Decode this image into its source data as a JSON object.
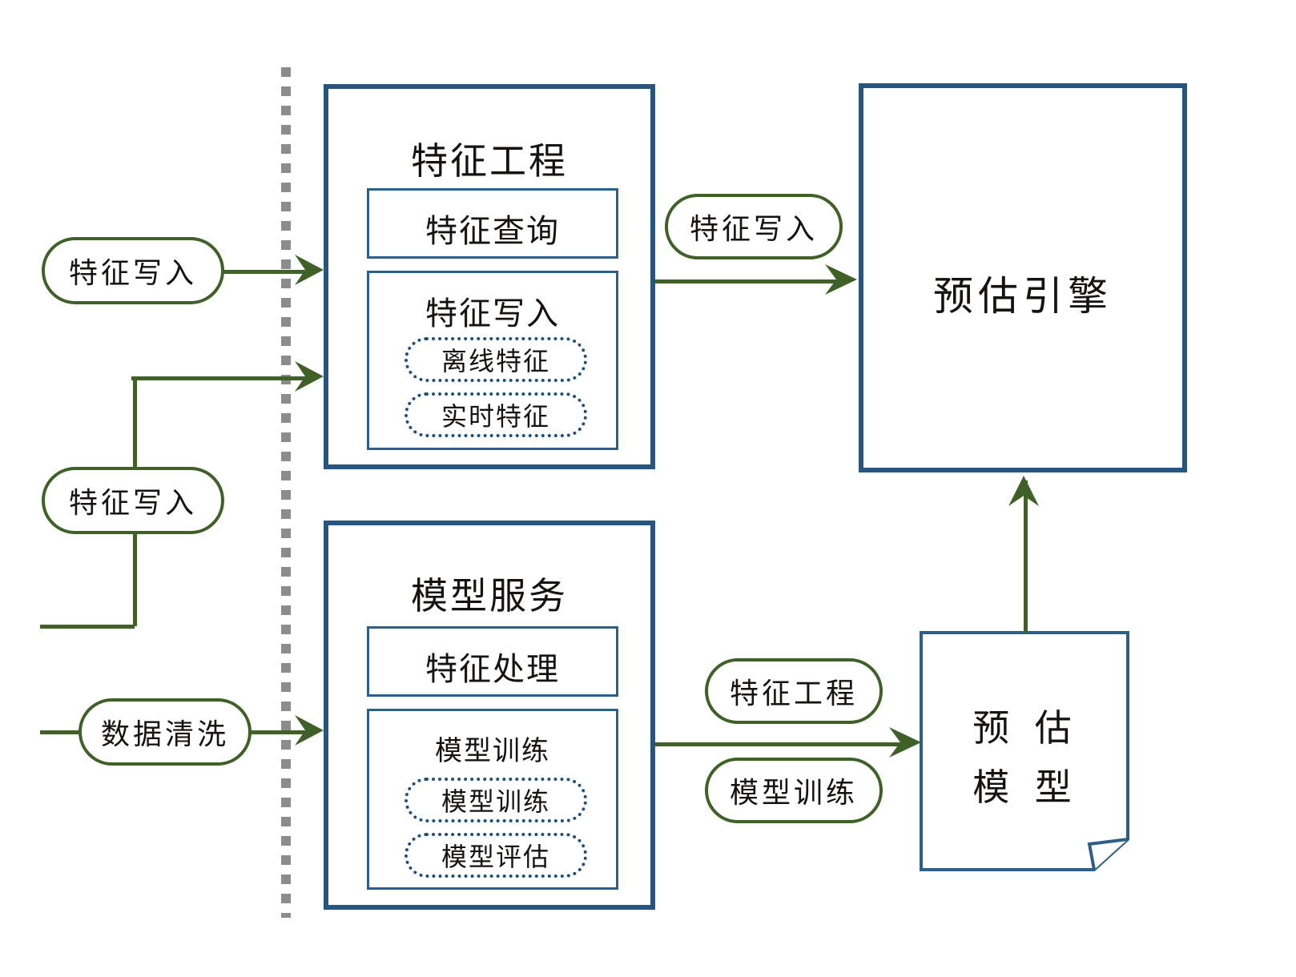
{
  "diagram": {
    "title": "",
    "colors": {
      "box_border": "#26567f",
      "inner_border": "#2d5f8b",
      "chip_border": "#1f4e79",
      "pill_border": "#3f6128",
      "arrow": "#3f6128",
      "divider": "#8c8c8c",
      "text": "#15120f",
      "background": "#ffffff"
    }
  },
  "left_lane": {
    "pills": [
      {
        "label": "特征写入",
        "name": "pill-feature-write-top"
      },
      {
        "label": "特征写入",
        "name": "pill-feature-write-mid"
      },
      {
        "label": "数据清洗",
        "name": "pill-data-cleaning"
      }
    ]
  },
  "feature_engineering": {
    "title": "特征工程",
    "sections": [
      {
        "label": "特征查询",
        "chips": []
      },
      {
        "label": "特征写入",
        "chips": [
          "离线特征",
          "实时特征"
        ]
      }
    ]
  },
  "model_service": {
    "title": "模型服务",
    "sections": [
      {
        "label": "特征处理",
        "chips": []
      },
      {
        "label": "模型训练",
        "chips": [
          "模型训练",
          "模型评估"
        ]
      }
    ]
  },
  "prediction_engine": {
    "label": "预估引擎"
  },
  "prediction_model": {
    "line1": "预 估",
    "line2": "模 型"
  },
  "edge_labels": {
    "feature_write_to_engine": "特征写入",
    "feature_engineering_to_model": "特征工程",
    "model_training_to_model": "模型训练"
  }
}
